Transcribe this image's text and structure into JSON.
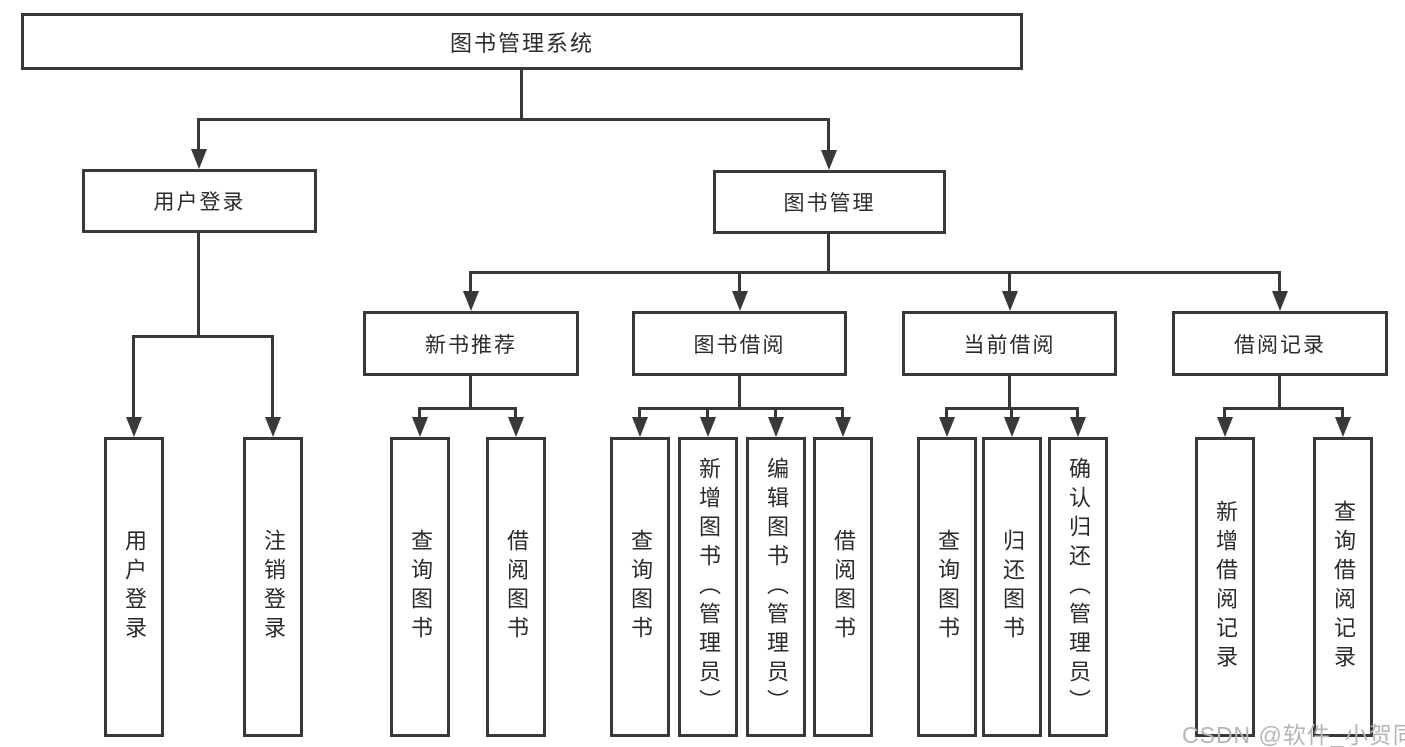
{
  "diagram": {
    "title": "图书管理系统",
    "root": {
      "label": "图书管理系统"
    },
    "branches": [
      {
        "label": "用户登录"
      },
      {
        "label": "图书管理"
      }
    ],
    "sections": [
      {
        "label": "新书推荐"
      },
      {
        "label": "图书借阅"
      },
      {
        "label": "当前借阅"
      },
      {
        "label": "借阅记录"
      }
    ],
    "leaves": {
      "user": [
        "用户登录",
        "注销登录"
      ],
      "newbook": [
        "查询图书",
        "借阅图书"
      ],
      "borrow": [
        "查询图书",
        "新增图书（管理员）",
        "编辑图书（管理员）",
        "借阅图书"
      ],
      "current": [
        "查询图书",
        "归还图书",
        "确认归还（管理员）"
      ],
      "records": [
        "新增借阅记录",
        "查询借阅记录"
      ]
    }
  },
  "watermark": {
    "text": "CSDN @软件_小贺同学"
  },
  "colors": {
    "line": "#383838",
    "text": "#2b2b2b",
    "wm": "#b5b5b5",
    "bg": "#ffffff"
  }
}
